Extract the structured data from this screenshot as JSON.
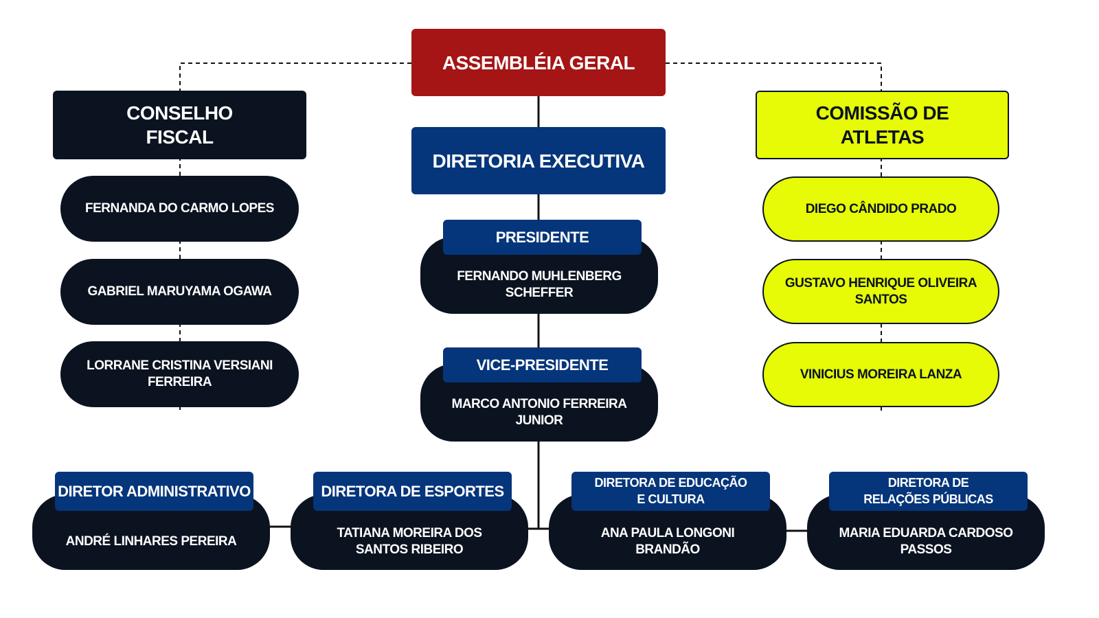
{
  "colors": {
    "assembly": "#a51515",
    "executive": "#05357a",
    "dark": "#0b1320",
    "athletes": "#e6fb05"
  },
  "assembly": {
    "title": "ASSEMBLÉIA GERAL"
  },
  "executive": {
    "title": "DIRETORIA EXECUTIVA"
  },
  "fiscal": {
    "title": "CONSELHO FISCAL",
    "members": [
      "FERNANDA DO CARMO LOPES",
      "GABRIEL MARUYAMA OGAWA",
      "LORRANE CRISTINA VERSIANI FERREIRA"
    ]
  },
  "athletes": {
    "title": "COMISSÃO DE ATLETAS",
    "members": [
      "DIEGO CÂNDIDO PRADO",
      "GUSTAVO HENRIQUE OLIVEIRA SANTOS",
      "VINICIUS MOREIRA LANZA"
    ]
  },
  "president": {
    "role": "PRESIDENTE",
    "name": "FERNANDO MUHLENBERG SCHEFFER"
  },
  "vice": {
    "role": "VICE-PRESIDENTE",
    "name": "MARCO ANTONIO FERREIRA JUNIOR"
  },
  "directors": [
    {
      "role": "DIRETOR ADMINISTRATIVO",
      "name": "ANDRÉ LINHARES PEREIRA"
    },
    {
      "role": "DIRETORA DE ESPORTES",
      "name": "TATIANA MOREIRA DOS SANTOS RIBEIRO"
    },
    {
      "role": "DIRETORA DE EDUCAÇÃO E CULTURA",
      "name": "ANA PAULA LONGONI BRANDÃO"
    },
    {
      "role": "DIRETORA DE RELAÇÕES PÚBLICAS",
      "name": "MARIA EDUARDA CARDOSO PASSOS"
    }
  ]
}
